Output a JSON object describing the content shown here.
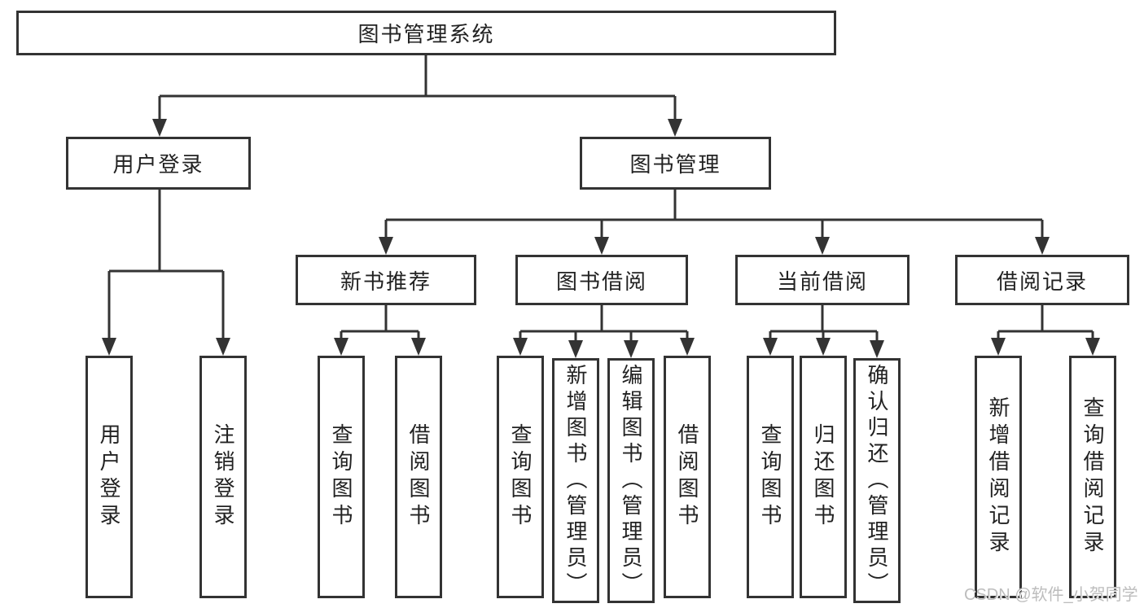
{
  "tree": {
    "label": "图书管理系统",
    "children": [
      {
        "label": "用户登录",
        "children": [
          {
            "label": "用户登录"
          },
          {
            "label": "注销登录"
          }
        ]
      },
      {
        "label": "图书管理",
        "children": [
          {
            "label": "新书推荐",
            "children": [
              {
                "label": "查询图书"
              },
              {
                "label": "借阅图书"
              }
            ]
          },
          {
            "label": "图书借阅",
            "children": [
              {
                "label": "查询图书"
              },
              {
                "label": "新增图书（管理员）"
              },
              {
                "label": "编辑图书（管理员）"
              },
              {
                "label": "借阅图书"
              }
            ]
          },
          {
            "label": "当前借阅",
            "children": [
              {
                "label": "查询图书"
              },
              {
                "label": "归还图书"
              },
              {
                "label": "确认归还（管理员）"
              }
            ]
          },
          {
            "label": "借阅记录",
            "children": [
              {
                "label": "新增借阅记录"
              },
              {
                "label": "查询借阅记录"
              }
            ]
          }
        ]
      }
    ]
  },
  "watermark": "CSDN @软件_小贺同学",
  "colors": {
    "line": "#333333",
    "text": "#222222",
    "box_background": "#ffffff",
    "background": "#ffffff",
    "watermark": "#bdbdbd"
  }
}
